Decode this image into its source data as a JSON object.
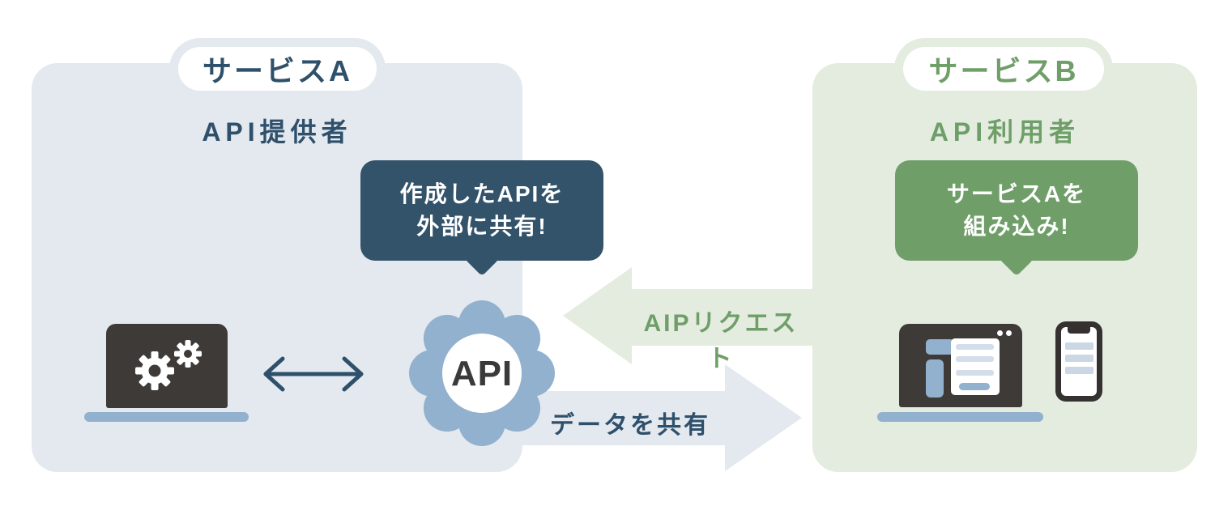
{
  "colors": {
    "panel_a_bg": "#e3e9ef",
    "panel_b_bg": "#e3ecdf",
    "navy_bubble": "#33536b",
    "navy_text": "#2f506b",
    "green": "#6f9e69",
    "accent_blue": "#92b1ce",
    "device_dark": "#3e3a38"
  },
  "service_a": {
    "badge_label": "サービスA",
    "role_label": "API提供者",
    "bubble_line1": "作成したAPIを",
    "bubble_line2": "外部に共有!"
  },
  "service_b": {
    "badge_label": "サービスB",
    "role_label": "API利用者",
    "bubble_line1": "サービスAを",
    "bubble_line2": "組み込み!"
  },
  "flows": {
    "request_label": "AIPリクエスト",
    "data_share_label": "データを共有"
  },
  "api_gear": {
    "label": "API"
  }
}
